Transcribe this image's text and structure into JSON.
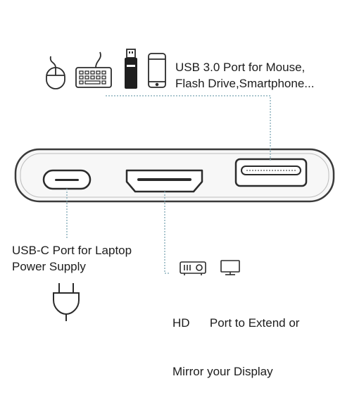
{
  "labels": {
    "usb3": {
      "line1": "USB 3.0 Port for Mouse,",
      "line2": "Flash Drive,Smartphone..."
    },
    "usbc": {
      "line1": "USB-C Port for Laptop",
      "line2": "Power Supply"
    },
    "hdmi": {
      "line1": "HD      Port to Extend or",
      "line2": "Mirror your Display"
    }
  },
  "icons": {
    "usb3_devices": [
      "mouse-icon",
      "keyboard-icon",
      "flash-drive-icon",
      "smartphone-icon"
    ],
    "usbc_power": "power-plug-icon",
    "hdmi_displays": [
      "projector-icon",
      "monitor-icon"
    ]
  },
  "colors": {
    "outline": "#2b2b2b",
    "leader_line": "#8fb3bf",
    "text": "#1c1c1c",
    "background": "#ffffff"
  }
}
